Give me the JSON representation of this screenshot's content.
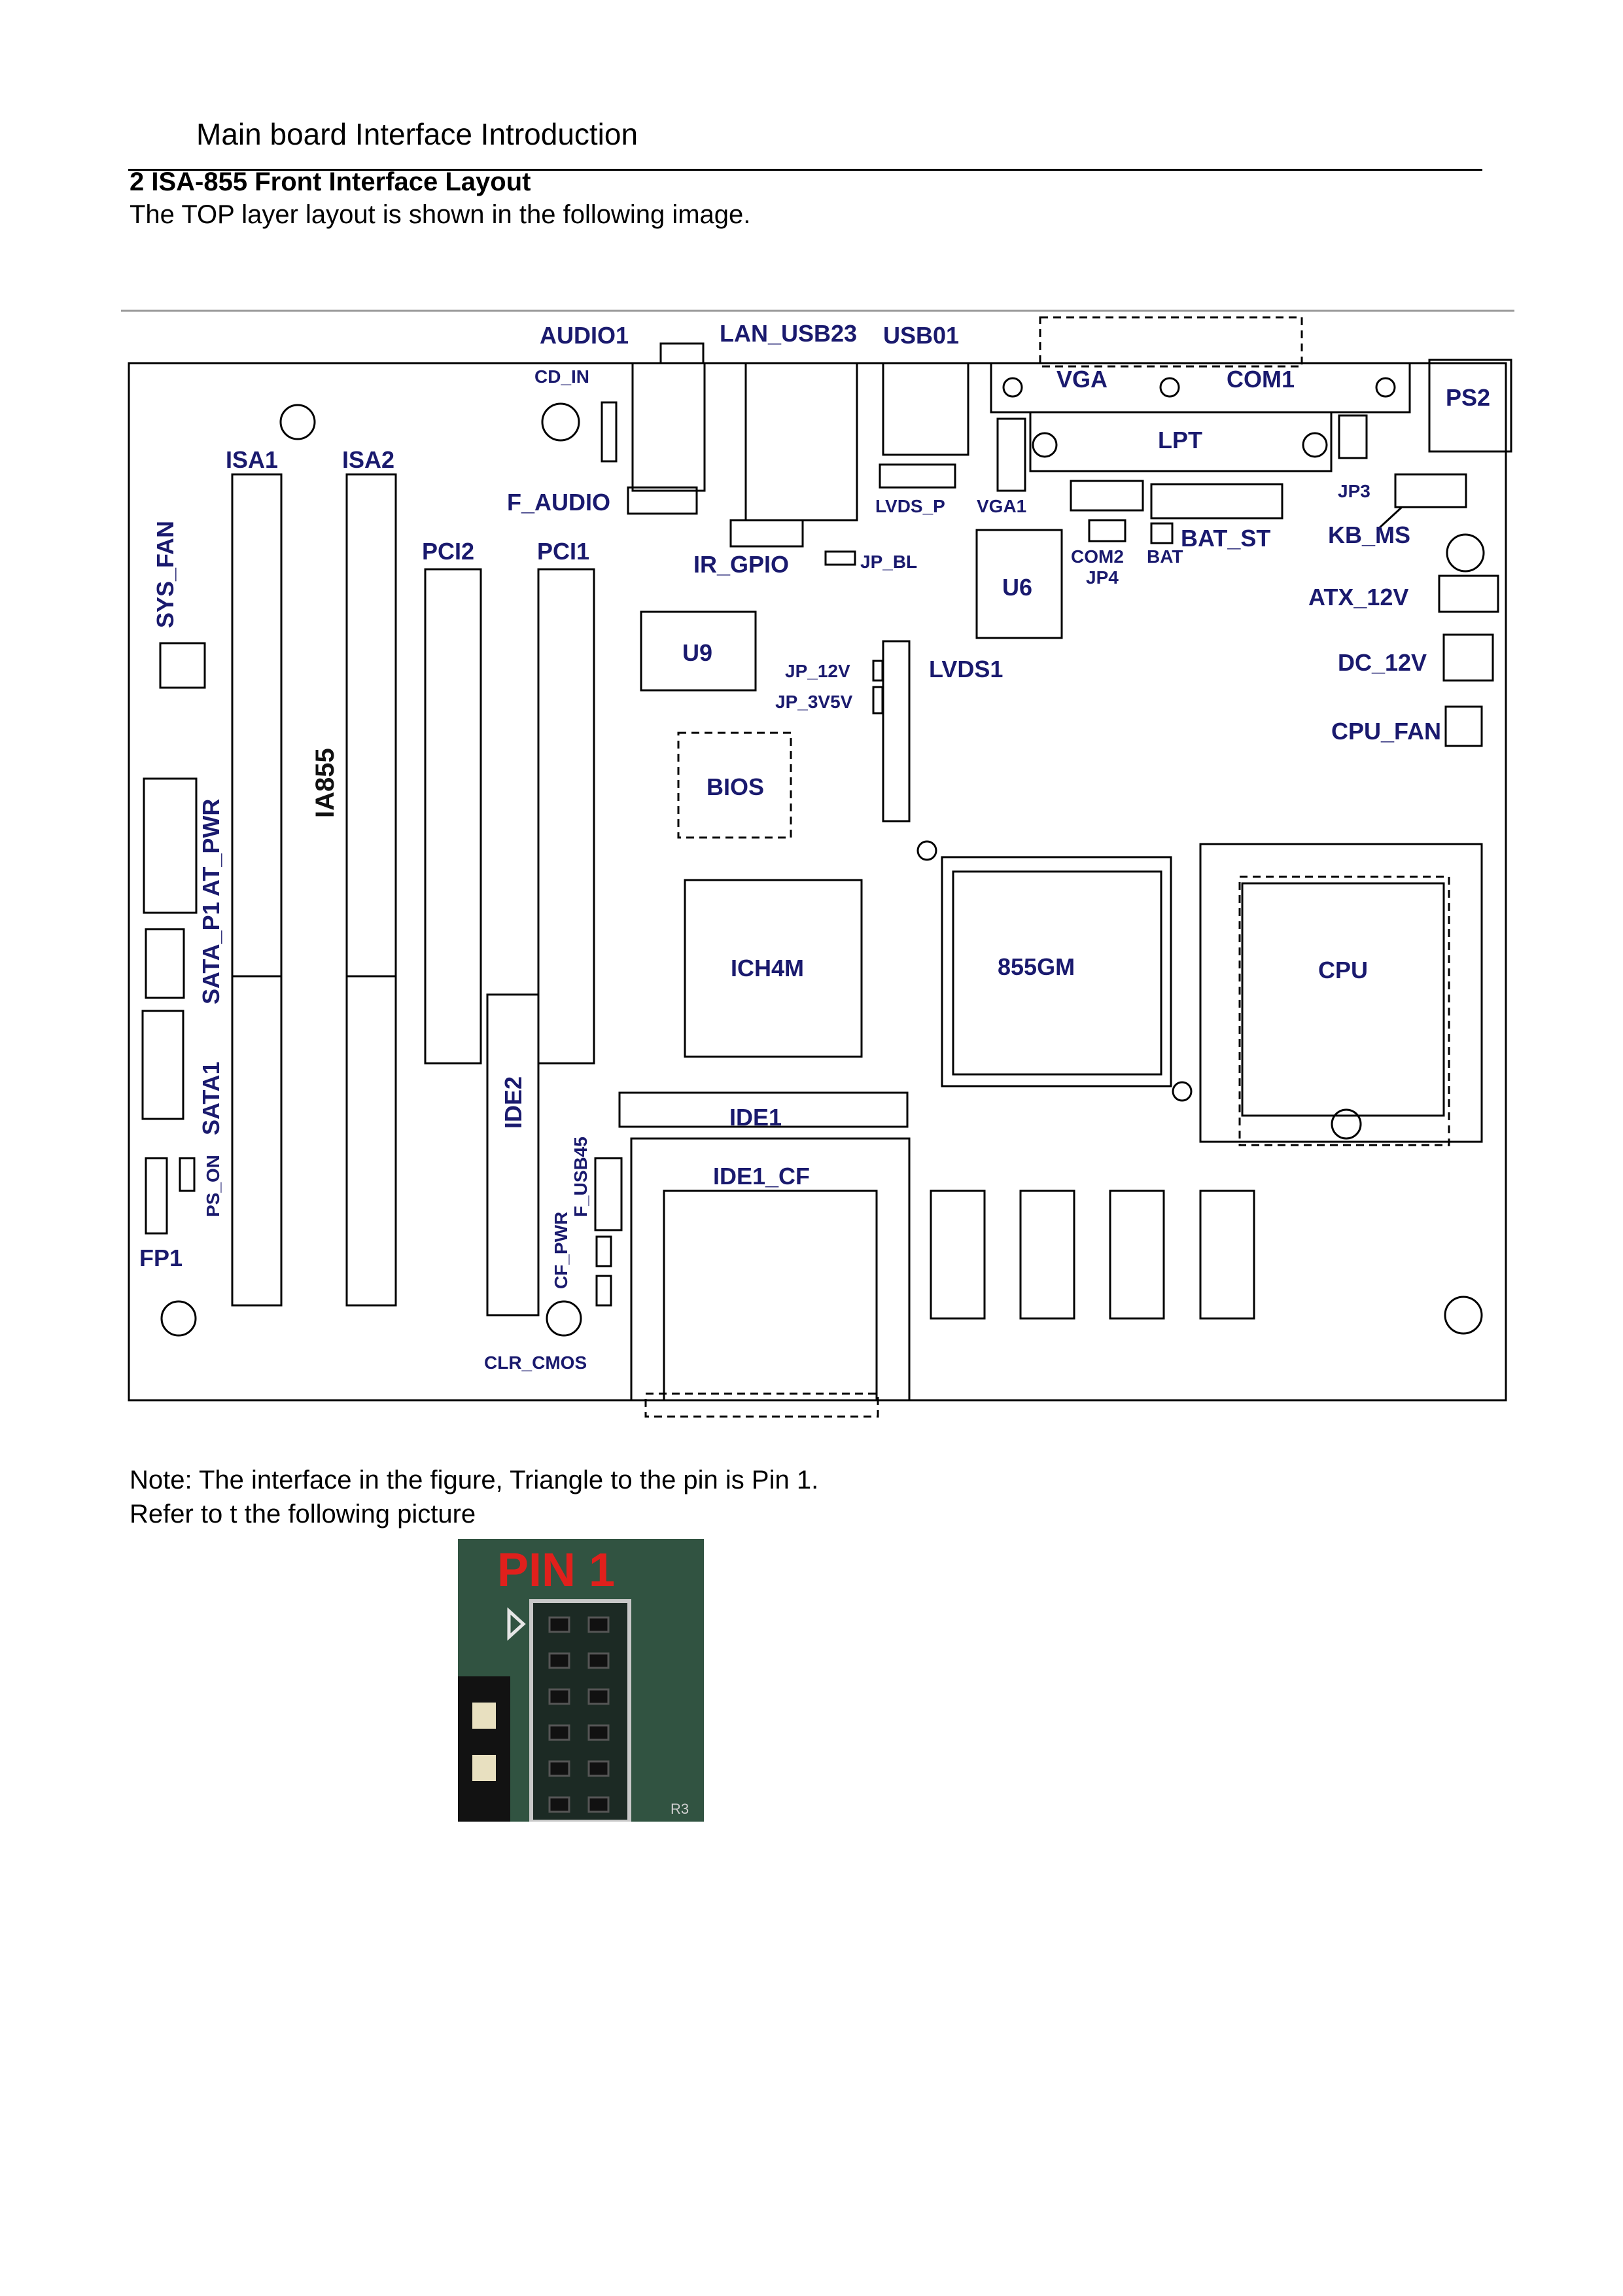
{
  "header": {
    "title": "Main board Interface Introduction"
  },
  "section": {
    "heading": "2  ISA-855 Front Interface Layout",
    "intro": "The TOP layer layout is shown in the following image."
  },
  "board": {
    "labels": {
      "audio1": "AUDIO1",
      "lan_usb23": "LAN_USB23",
      "usb01": "USB01",
      "vga": "VGA",
      "com1": "COM1",
      "ps2": "PS2",
      "cd_in": "CD_IN",
      "lpt": "LPT",
      "isa1": "ISA1",
      "isa2": "ISA2",
      "f_audio": "F_AUDIO",
      "lvds_p": "LVDS_P",
      "vga1": "VGA1",
      "jp3": "JP3",
      "kb_ms": "KB_MS",
      "sys_fan": "SYS_FAN",
      "pci2": "PCI2",
      "pci1": "PCI1",
      "ir_gpio": "IR_GPIO",
      "jp_bl": "JP_BL",
      "u6": "U6",
      "com2": "COM2",
      "bat": "BAT",
      "bat_st": "BAT_ST",
      "jp4": "JP4",
      "atx_12v": "ATX_12V",
      "u9": "U9",
      "jp_12v": "JP_12V",
      "jp_3v5v": "JP_3V5V",
      "lvds1": "LVDS1",
      "dc_12v": "DC_12V",
      "ia855": "IA855",
      "bios": "BIOS",
      "cpu_fan": "CPU_FAN",
      "at_pwr": "AT_PWR",
      "sata_p1": "SATA_P1",
      "ich4m": "ICH4M",
      "gm855": "855GM",
      "cpu": "CPU",
      "sata1": "SATA1",
      "ide2": "IDE2",
      "ide1": "IDE1",
      "f_usb45": "F_USB45",
      "ide1_cf": "IDE1_CF",
      "ps_on": "PS_ON",
      "cf_pwr": "CF_PWR",
      "fp1": "FP1",
      "clr_cmos": "CLR_CMOS"
    }
  },
  "note": {
    "line1": "Note: The interface in the figure, Triangle to the pin is Pin 1.",
    "line2": "Refer to t the following picture"
  },
  "photo": {
    "label": "PIN 1",
    "corner_text": "R3",
    "label_color": "#e0201c",
    "pcb_color": "#2c4a3a"
  }
}
